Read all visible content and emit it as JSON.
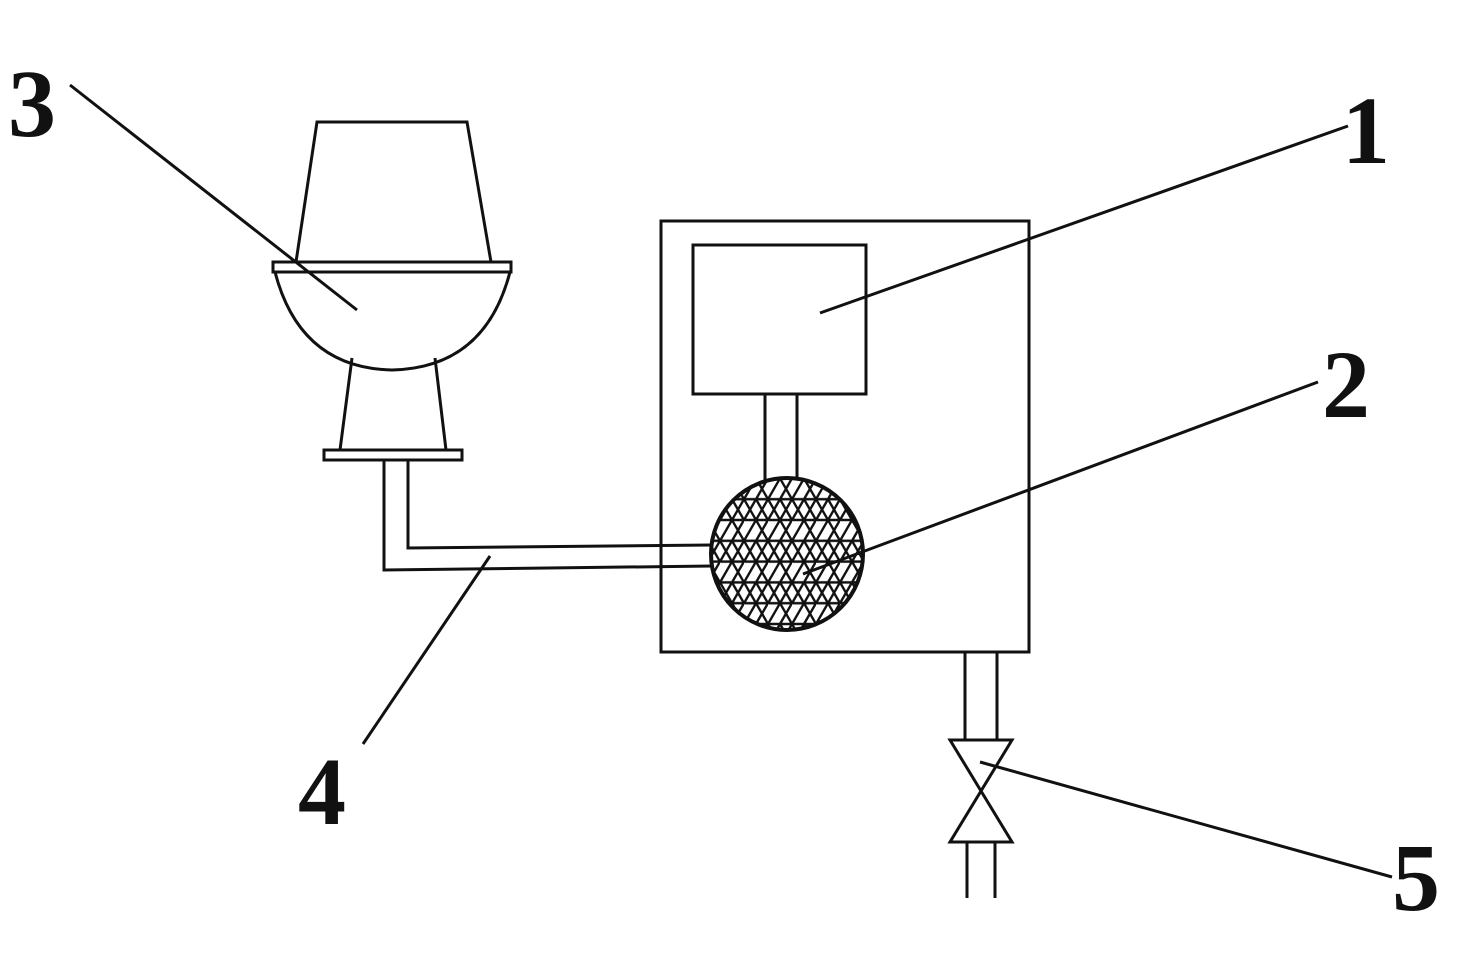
{
  "labels": {
    "control_box": "1",
    "mesh_ball": "2",
    "toilet": "3",
    "pipe": "4",
    "valve": "5"
  },
  "colors": {
    "stroke": "#111111",
    "background": "#ffffff"
  }
}
